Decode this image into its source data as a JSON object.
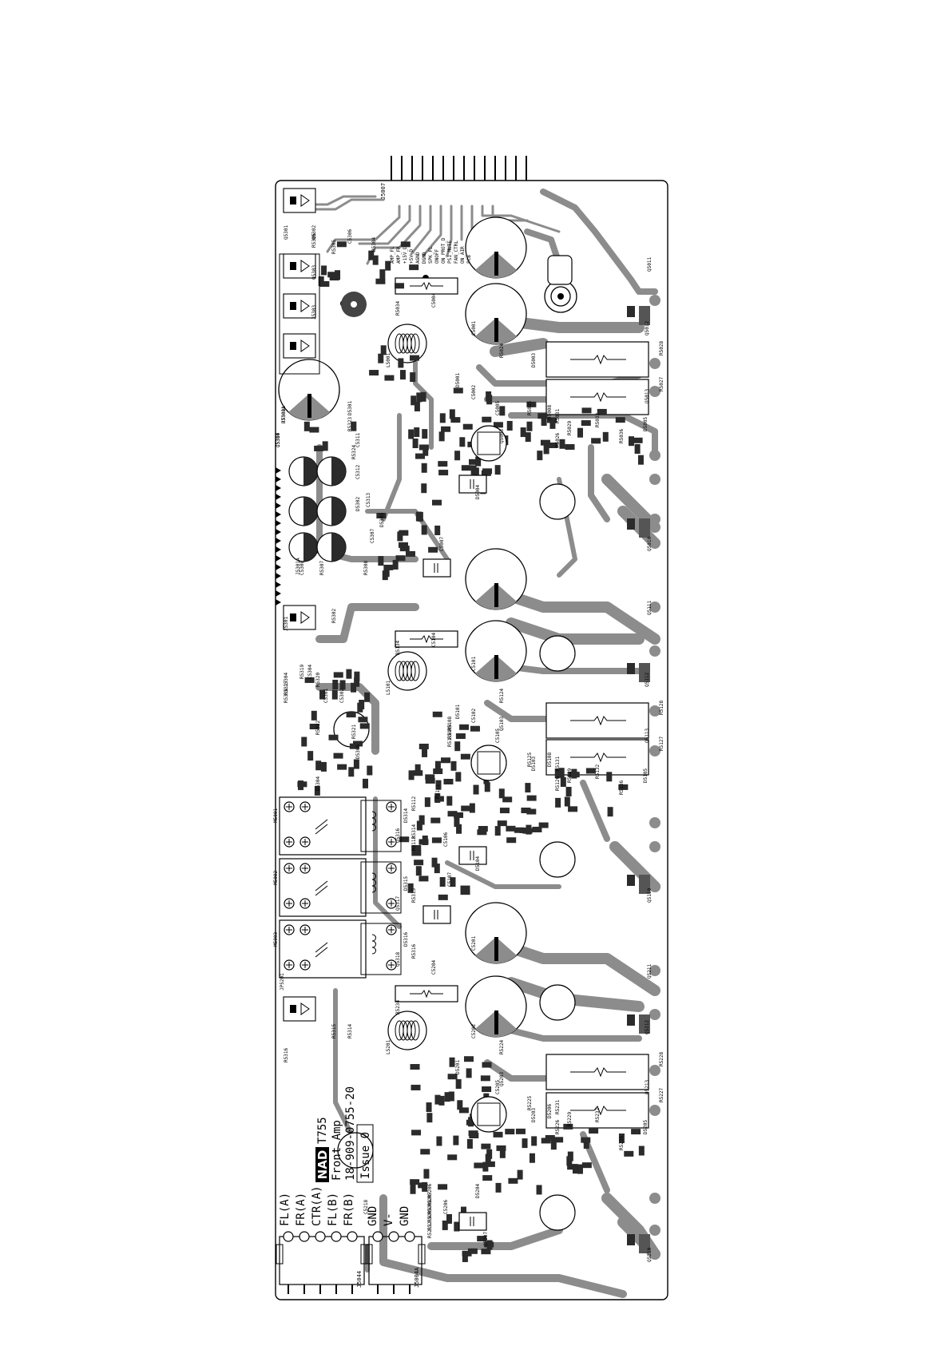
{
  "board": {
    "brand": "NAD",
    "model": "T755",
    "title": "Front Amp",
    "part_number": "18-909-0755-20",
    "issue": "Issue 0"
  },
  "connectors": {
    "top_header": "J5007",
    "bottom_left": "J5044",
    "bottom_right": "J5004A",
    "bottom_left_pins": [
      "FL(A)",
      "FR(A)",
      "CTR(A)",
      "FL(B)",
      "FR(B)"
    ],
    "bottom_right_pins": [
      "GND",
      "V-",
      "GND"
    ],
    "header_pin_labels": [
      "AMP_FL",
      "AMP_FR",
      "+15V_D",
      "+5V_D",
      "AGND",
      "DGND",
      "SPK_FL",
      "ONOFF",
      "ON_PROT_D",
      "PS1_MUTE",
      "FAN_CTRL",
      "ON_AIR",
      "PCB"
    ]
  },
  "channels": [
    {
      "id": "ch1",
      "transistors": [
        "Q5011",
        "Q5010",
        "Q5012",
        "Q5013"
      ],
      "emitter_resistors": [
        "R5028",
        "R5027"
      ],
      "inductor": "L5001",
      "ic": "Q5003",
      "caps": [
        "C5001",
        "C5004",
        "C5002",
        "C5005",
        "C5007"
      ],
      "resistors": [
        "R5034",
        "R5024",
        "R5026",
        "R5029",
        "R5032",
        "R5031",
        "R5036",
        "R5025"
      ],
      "diodes": [
        "D5001",
        "D5003",
        "D5004",
        "D5005",
        "D5008"
      ],
      "misc": [
        "RT5001",
        "C5310",
        "C5311",
        "C5312",
        "C5313",
        "C5307",
        "C5308",
        "C5306",
        "R5304",
        "R5305",
        "R5306",
        "R5307",
        "R5308",
        "R5323",
        "R5324",
        "D5301",
        "D5302",
        "D5303",
        "Q5301",
        "Q5302",
        "Q5303",
        "J5303",
        "J5301A",
        "J5302A",
        "J5304"
      ]
    },
    {
      "id": "ch2",
      "transistors": [
        "Q5111",
        "Q5110",
        "Q5112",
        "Q5113"
      ],
      "emitter_resistors": [
        "R5128",
        "R5127"
      ],
      "inductor": "L5101",
      "ic": "Q5103",
      "caps": [
        "C5101",
        "C5104",
        "C5102",
        "C5105",
        "C5107",
        "C5106"
      ],
      "resistors": [
        "R5134",
        "R5124",
        "R5126",
        "R5129",
        "R5132",
        "R5131",
        "R5136",
        "R5125",
        "R5108",
        "R5109",
        "R5110",
        "R5111",
        "R5112",
        "R5113"
      ],
      "diodes": [
        "D5101",
        "D5103",
        "D5104",
        "D5105",
        "D5108"
      ],
      "misc": [
        "J5301",
        "J5304",
        "R5317",
        "R5318",
        "R5319",
        "R5320",
        "C5301",
        "C5302",
        "C5304",
        "D5304",
        "D5305",
        "R5321",
        "R5322",
        "R5302"
      ]
    },
    {
      "id": "ch3",
      "transistors": [
        "Q5211",
        "Q5210",
        "Q5212",
        "Q5213"
      ],
      "emitter_resistors": [
        "R5228",
        "R5227"
      ],
      "inductor": "L5201",
      "ic": "Q5203",
      "caps": [
        "C5201",
        "C5204",
        "C5202",
        "C5205",
        "C5207",
        "C5206"
      ],
      "resistors": [
        "R5234",
        "R5224",
        "R5226",
        "R5229",
        "R5232",
        "R5231",
        "R5236",
        "R5225",
        "R5206",
        "R5207",
        "R5208",
        "R5209",
        "R5210",
        "R5211"
      ],
      "diodes": [
        "D5201",
        "D5203",
        "D5204",
        "D5205",
        "D5206"
      ],
      "misc": [
        "JP5201",
        "R5316",
        "R5315",
        "R5314",
        "C5218"
      ]
    }
  ],
  "relays": [
    "M5001",
    "M5002",
    "M5003"
  ],
  "relay_parts": [
    "D5314",
    "D5315",
    "D5316",
    "Q5316",
    "Q5317",
    "Q5318",
    "R5314",
    "R5315",
    "R5316"
  ]
}
